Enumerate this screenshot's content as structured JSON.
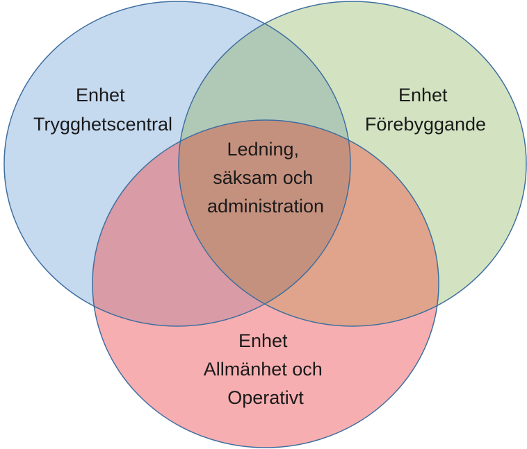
{
  "diagram": {
    "sets": [
      {
        "id": "trygghetscentral",
        "lines": [
          "Enhet",
          "Trygghetscentral"
        ],
        "fill": "#c5d9ef",
        "stroke": "#3e6e9e"
      },
      {
        "id": "forebyggande",
        "lines": [
          "Enhet",
          "Förebyggande"
        ],
        "fill": "#d3e3c2",
        "stroke": "#3e6e9e"
      },
      {
        "id": "allmanhet",
        "lines": [
          "Enhet",
          "Allmänhet och",
          "Operativt"
        ],
        "fill": "#f7aeb0",
        "stroke": "#3e6e9e"
      }
    ],
    "intersections": [
      {
        "id": "tc-fb",
        "fill": "#b0c9b6"
      },
      {
        "id": "tc-am",
        "fill": "#d99ba6"
      },
      {
        "id": "fb-am",
        "fill": "#dfa48b"
      },
      {
        "id": "center",
        "lines": [
          "Ledning,",
          "säksam och",
          "administration"
        ],
        "fill": "#c5917f"
      }
    ]
  }
}
